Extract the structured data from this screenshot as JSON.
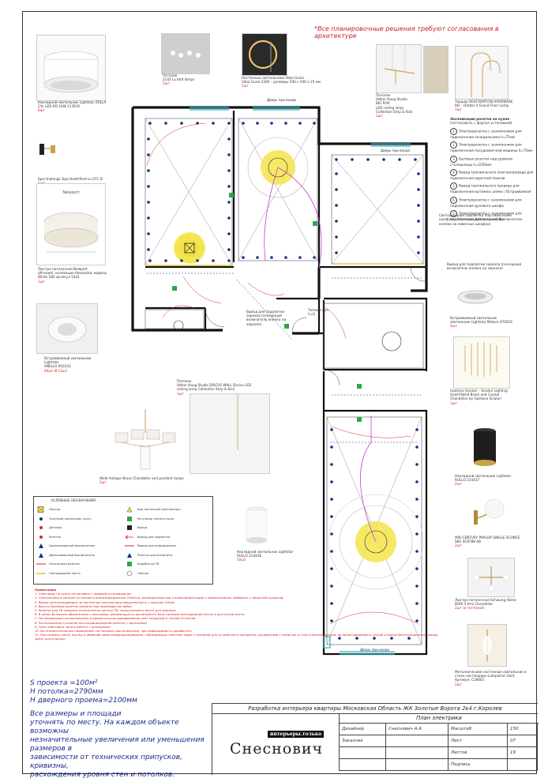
{
  "top_note": "*Все планировочные решения требуют согласования в архитектуре",
  "products": {
    "p1": {
      "name": "Накладной светильник Lightstar ZOLLA CYL LED-RD 10W 213916",
      "price": "8шт"
    },
    "p2": {
      "name": "Потолок\n2142 Lu bird lamps",
      "price": "2шт"
    },
    "p3": {
      "name": "Настенные светильники Vibia Guise\nVibia Guise 2260 – размеры 540 x 540 x 25 мм",
      "price": "1шт"
    },
    "p4": {
      "name": "Потолок\nVolker Haug Studio\nBIG ROX\nLED ceiling lamp\nCollection Strip & Kick",
      "price": "1шт"
    },
    "p5": {
      "name": "Торшер RESTORATION HARDWARE\nRH – Orbiter II Grand Floor Lamp",
      "price": "1шт"
    },
    "p6": {
      "name": "Бра Imalengir Бра Heathfield Lu 471-D",
      "price": "1шт"
    },
    "p7": {
      "name": "Люстра потолочная Newport\n(Италия), коллекция Alexandra, модель\nWhite 180 артикул 5341",
      "price": "1шт"
    },
    "p8": {
      "name": "Встраиваемый светильник\nLightstar\nANELLO 002242",
      "price": "40шт Ø 11шт"
    },
    "p9": {
      "name": "Потолок\nVolker Haug Studio DISCUS WALL Discus LED\nceiling lamp Collection Strip & Kick",
      "price": "1шт"
    },
    "p10": {
      "name": "Wide Antique Brass Chandelier and pendant lamps",
      "price": "2шт"
    },
    "p11": {
      "name": "Встраиваемый светильник\nсветильник Lightstar Mature 070254",
      "price": "4шт"
    },
    "p12": {
      "name": "Gaetano Sciolari – Sciolari Lighting\nGold-Plated Brass and Crystal\nChandelier by Gaetano Sciolari",
      "price": "1шт"
    },
    "p13": {
      "name": "Накладной светильник Lightstar\nRULLO 214437",
      "price": "2шт"
    },
    "p14": {
      "name": "Накладной светильник Lightstar\nRULLO 214436",
      "price": "10шт"
    },
    "p15": {
      "name": "MID-CENTURY PARLOR SINGLE SCONCE\nSKU SC8788 AB",
      "price": "2шт"
    },
    "p16": {
      "name": "Люстра потолочная Schwung Home\nBORI 3 Arm Chandelier",
      "price": "2шт (в гостиной)"
    },
    "p17": {
      "name": "Металлические настенные светильник в\nстиле постмодерн Lampatron Sarit\nАртикул: C18001",
      "price": "2шт"
    }
  },
  "right_legend": {
    "title": "Экспликация розеток на кухне",
    "subtitle": "(согласовать с фартук-установкой)",
    "items": [
      {
        "num": "1",
        "text": "Электророзетка с заземлением для подключения холодильника h=75мм"
      },
      {
        "num": "2",
        "text": "Электророзетка с заземлением для подключения посудомоечной машины h=75мм"
      },
      {
        "num": "3",
        "text": "Бытовые розетки над уровнем столешницы h=1050мм"
      },
      {
        "num": "4",
        "text": "Вывод трехжильного электропровода для подключения варочной панели"
      },
      {
        "num": "5",
        "text": "Вывод трехжильного провода для подключения вытяжки, рейки / Встраиваемая"
      },
      {
        "num": "6",
        "text": "Электророзетка с заземлением для подключения духового шкафа"
      },
      {
        "num": "7",
        "text": "Электророзетка с заземлением для подключения духового шкафа"
      }
    ],
    "note": "Светодиодная подсветка под навесными шкафами (Сенсорный/Накладной Выключатель кнопка на навесных шкафах)"
  },
  "plan_labels": {
    "door1": "Дверь при входе",
    "door2": "Дверь при входе",
    "door3": "Дверь при входе",
    "mirror_note": "Вывод для подсветки зеркала (сенсорный включатель кнопка на зеркале)",
    "mirror_note2": "Вывод для подсветки зеркала (сенсорный включатель кнопка на зеркале)",
    "shower": "Теплый пол\nh=0"
  },
  "legend": {
    "title": "УСЛОВНЫЕ ОБОЗНАЧЕНИЯ",
    "left": [
      "Люстра",
      "Точечный светильник (спот)",
      "Датчики",
      "Розетка",
      "Одноклавишный выключатель",
      "Двухклавишный выключатель",
      "Потолочная розетка",
      "Светодиодная лента"
    ],
    "right": [
      "Бра настенный (светильник)",
      "Регулятор теплого пола",
      "Выход",
      "Вывод для подсветки",
      "Вывод для кондиционера",
      "Розетка для интернета",
      "Коробка на ТВ",
      "Люстра"
    ]
  },
  "notes": {
    "title": "Примечания",
    "items": [
      "1. Электрику на кухне согласовать с фирмой-установщиком",
      "2. Светильники в санузле установить влагозащищенные. Розетки, размещенные над столешницей рядом с умывальником, выбирать с защитной крышкой.",
      "3. Вывод электропроводки на настенные светильники предусмотреть с запасом 100мм",
      "4. Высоту бытовых розеток указаны при производстве работ.",
      "5. Розетки для ТВ смещать относительно центра ТВ, предусмотреть место для крепежа",
      "6. В цепях Включать обязательно с монтажом, рекомендуется расположить блок питания светодиодной ленты в доступном месте.",
      "7. Не рекомендуется располагать в одном санузле одновременно свет холодный и теплой оттенков.",
      "8. Расположение и количество кондиционерной розетки с заказчиком",
      "9. План электрики читать вместе с разводками",
      "10. Во вспомогательных помещениях согласовать расположение, при необходимости доработать.",
      "11. Расстановку света, как бы и имевший свою кондиционирования, соблюдающих опытные люди с техникой для устройства в конкретно, взаимосвязи с ними как и стык в бетонировании, ее проектировании и способ отделки Вентиляционных вывода здесь для отделки."
    ]
  },
  "specs": {
    "area": "S проекта =100м²",
    "ceiling": "H потолка=2790мм",
    "door": "H дверного проема=2100мм",
    "disclaimer": "Все размеры и площади\nуточнять по месту. На каждом объекте возможны\nнезначительные увеличения или уменьшения размеров в\nзависимости от технических припусков, кривизны,\nрасхождения уровня стен и потолков."
  },
  "title_block": {
    "project": "Разработка интерьера квартиры Московская Область ЖК Золотые Ворота 2к4 г.Королев",
    "sheet_name": "План электрики",
    "role1": "Дизайнер",
    "designer": "Снеснович А.А",
    "role2": "Заказчик",
    "scale_label": "Масштаб",
    "scale": "150",
    "sheet_label": "Лист",
    "sheet": "07",
    "sheets_label": "Листов",
    "sheets": "19",
    "sign_label": "Подпись",
    "logo_top": "интерьеры.только",
    "logo_main": "Снеснович"
  },
  "colors": {
    "red": "#d22",
    "blue": "#1a2d8a",
    "yellow": "#f5e44a",
    "green": "#2aa84a",
    "magenta": "#c83ad8"
  }
}
